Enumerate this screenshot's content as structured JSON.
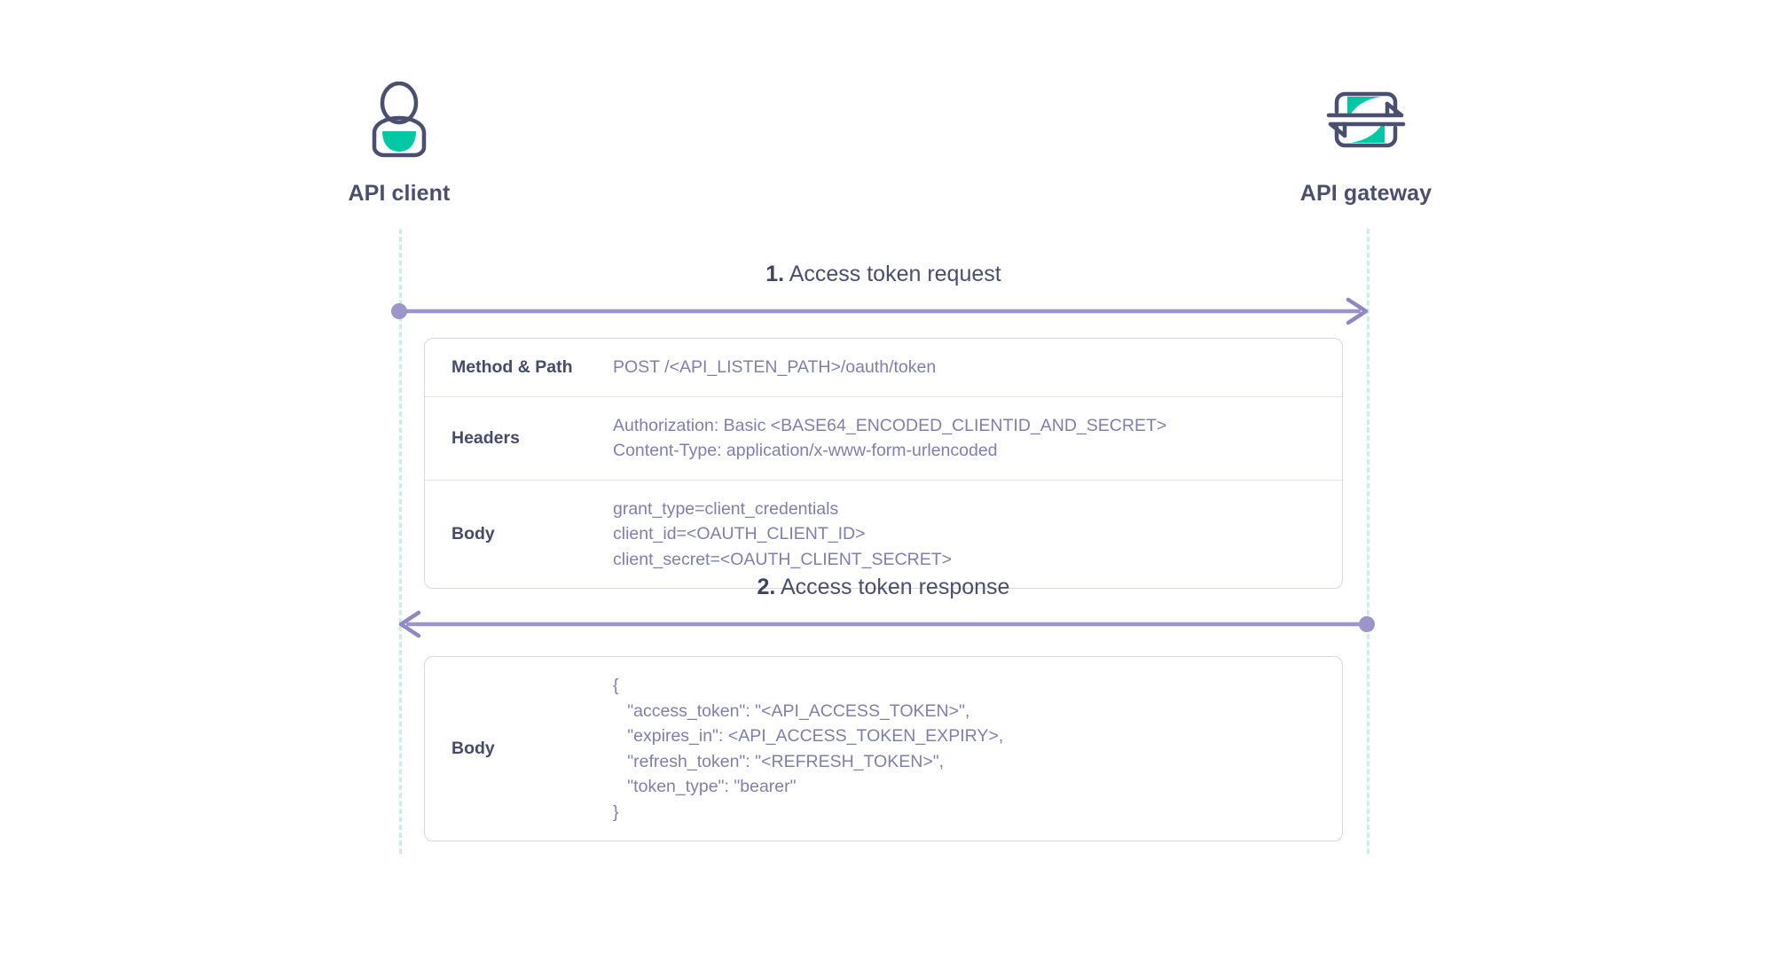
{
  "diagram": {
    "title_flow": "OAuth 2.0 access token exchange",
    "accent_teal": "#00c8a5",
    "ink_navy": "#4b4f6f",
    "arrow_purple": "#9b95c9",
    "lifeline_mint": "#c9f0e6",
    "table_border": "#d7d5ea",
    "value_text": "#7f7fae"
  },
  "participants": [
    {
      "id": "client",
      "name": "API client",
      "icon": "user-avatar-icon"
    },
    {
      "id": "gateway",
      "name": "API gateway",
      "icon": "api-gateway-icon"
    }
  ],
  "messages": [
    {
      "number": "1.",
      "text": "Access token request",
      "direction": "left-to-right",
      "start_marker": "dot",
      "end_marker": "arrowhead"
    },
    {
      "number": "2.",
      "text": "Access token response",
      "direction": "right-to-left",
      "start_marker": "dot",
      "end_marker": "arrowhead"
    }
  ],
  "tables": [
    {
      "id": "request",
      "rows": [
        {
          "label": "Method & Path",
          "lines": [
            "POST /<API_LISTEN_PATH>/oauth/token"
          ]
        },
        {
          "label": "Headers",
          "lines": [
            "Authorization: Basic <BASE64_ENCODED_CLIENTID_AND_SECRET>",
            "Content-Type: application/x-www-form-urlencoded"
          ]
        },
        {
          "label": "Body",
          "lines": [
            "grant_type=client_credentials",
            "client_id=<OAUTH_CLIENT_ID>",
            "client_secret=<OAUTH_CLIENT_SECRET>"
          ]
        }
      ]
    },
    {
      "id": "response",
      "rows": [
        {
          "label": "Body",
          "lines": [
            "{",
            "   \"access_token\": \"<API_ACCESS_TOKEN>\",",
            "   \"expires_in\": <API_ACCESS_TOKEN_EXPIRY>,",
            "   \"refresh_token\": \"<REFRESH_TOKEN>\",",
            "   \"token_type\": \"bearer\"",
            "}"
          ]
        }
      ]
    }
  ]
}
